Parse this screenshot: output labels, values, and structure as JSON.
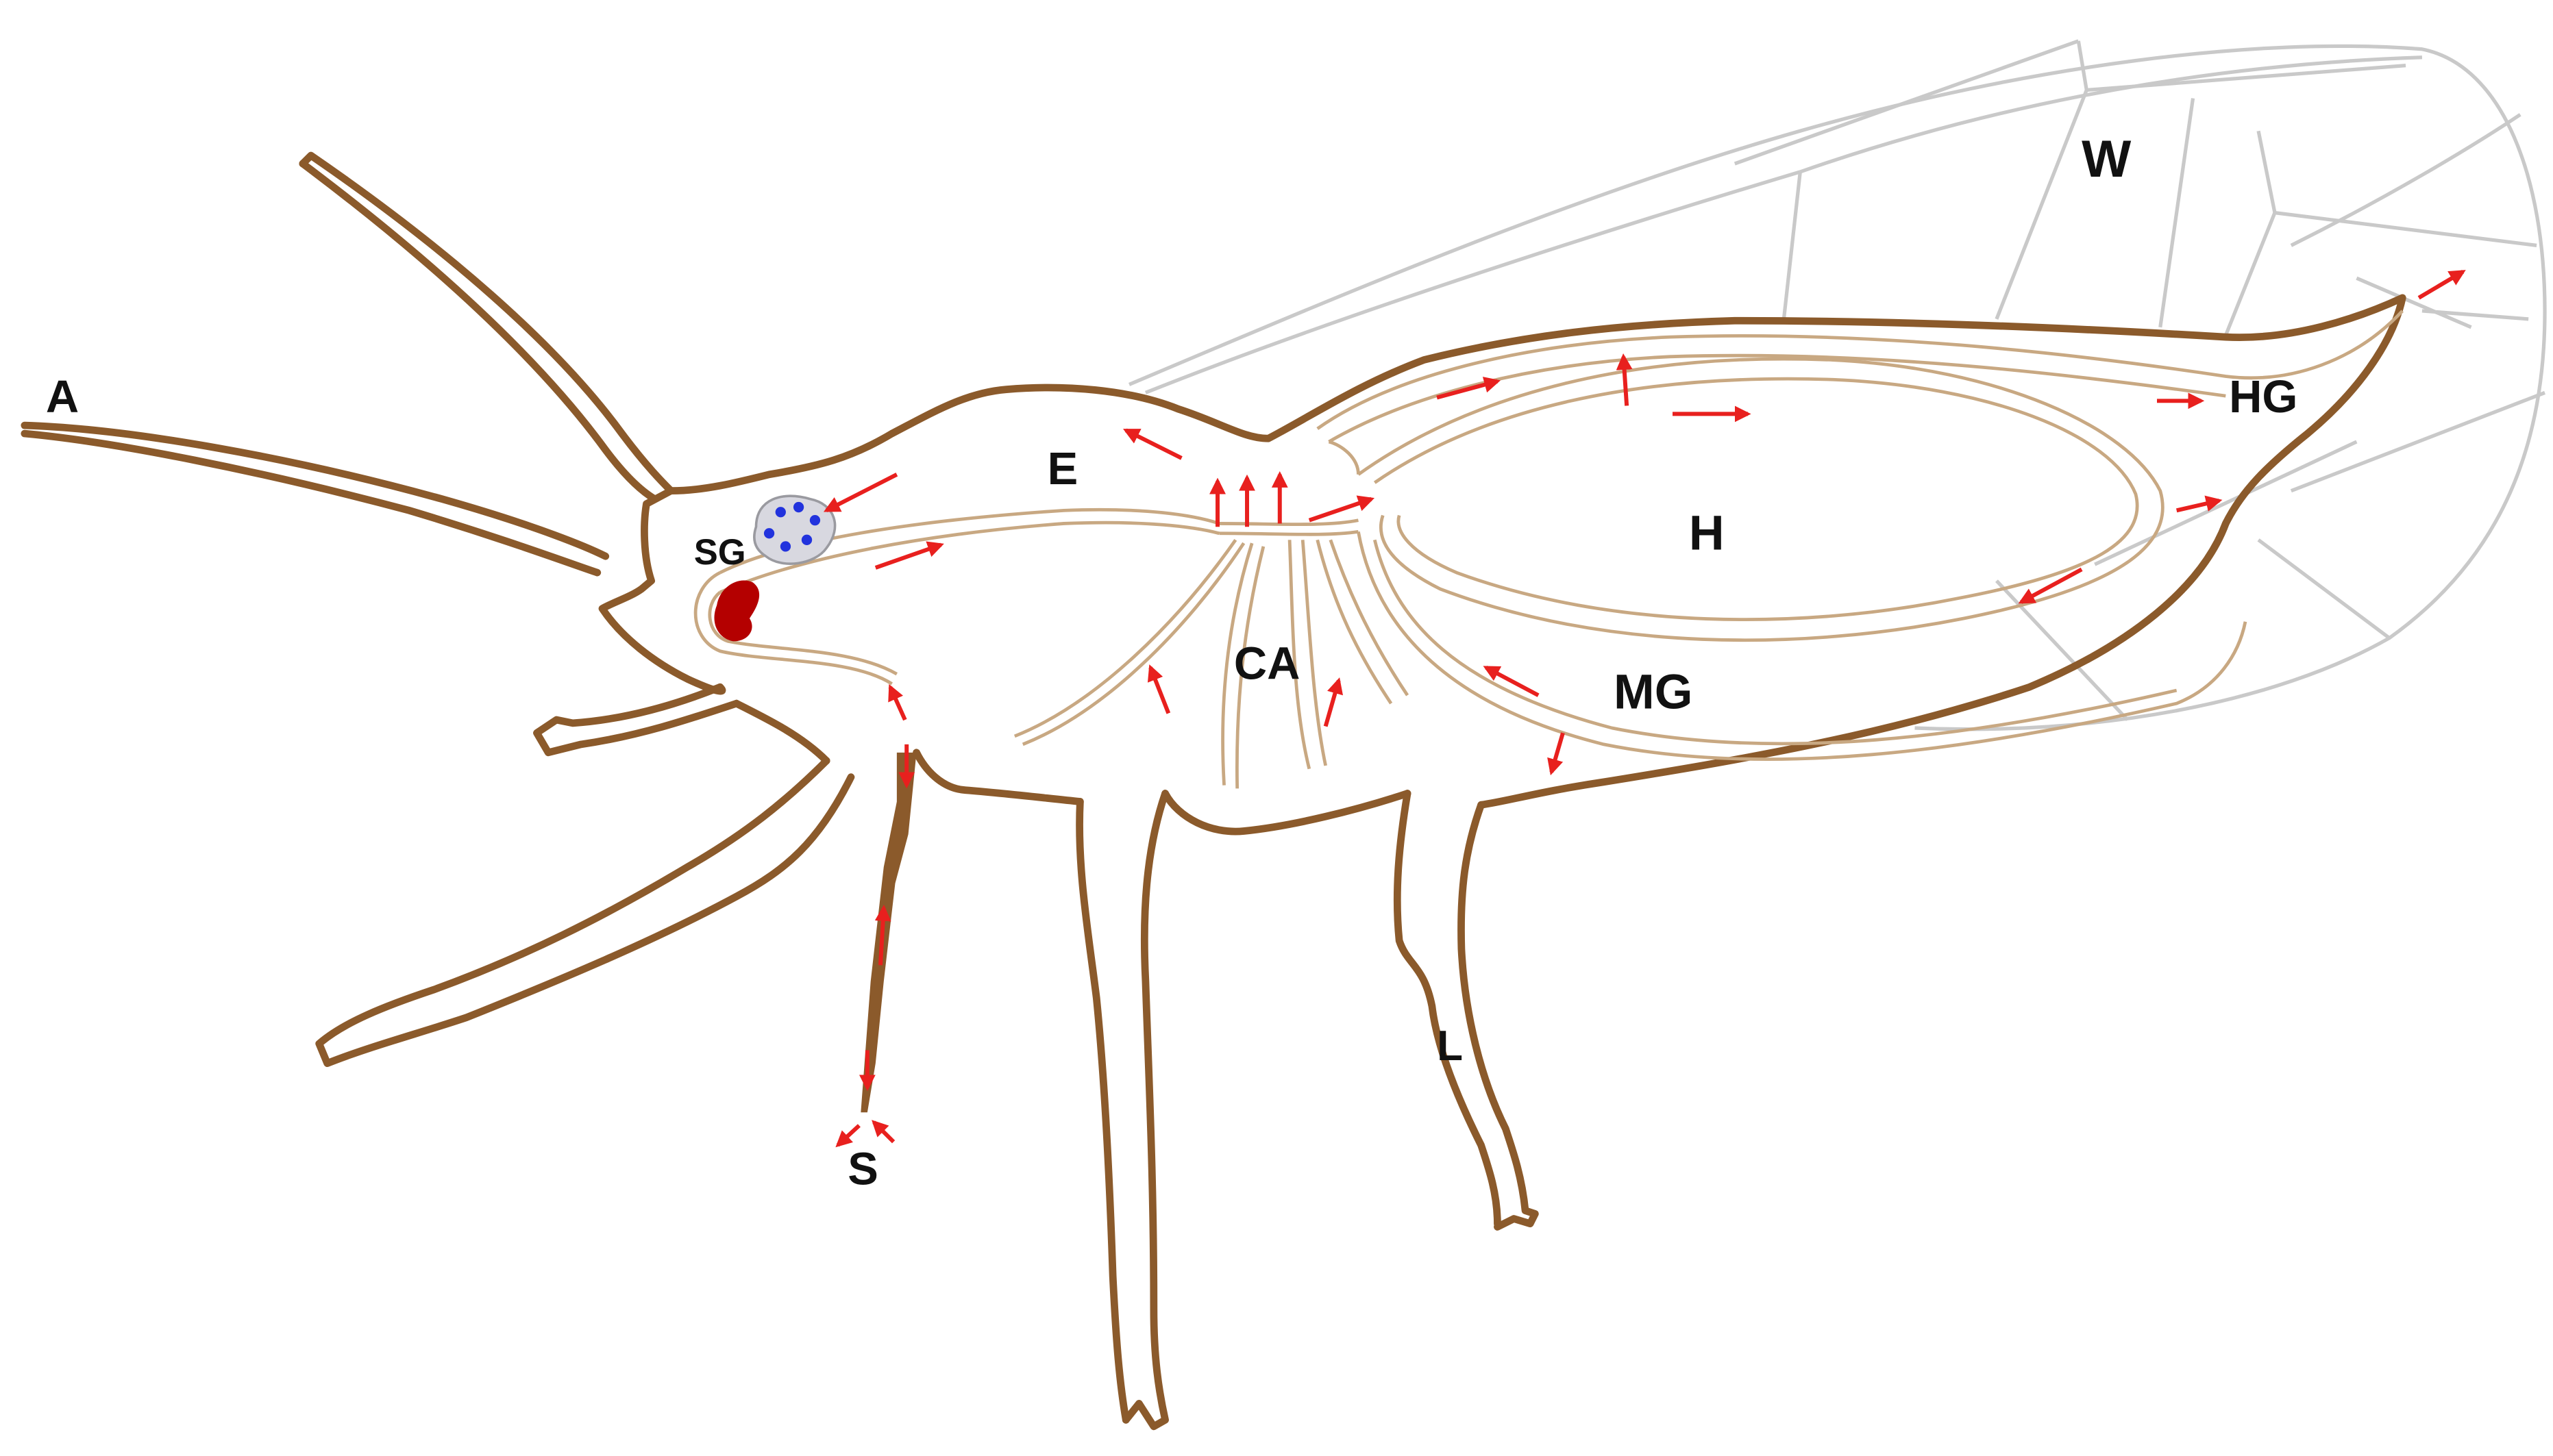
{
  "labels": {
    "antenna": "A",
    "salivary_gland": "SG",
    "esophagus": "E",
    "wing": "W",
    "hindgut": "HG",
    "hemocoel": "H",
    "crop_area": "CA",
    "midgut": "MG",
    "leg": "L",
    "stylet": "S"
  },
  "colors": {
    "body_outline": "#8B5A2B",
    "gut_line": "#C8A882",
    "wing_veins": "#C9C9C9",
    "flow_arrows": "#E8201E",
    "salivary_gland_fill": "#D8D8E0",
    "salivary_gland_dots": "#2233DD",
    "mouth_spot": "#B40000",
    "label_text": "#111111"
  },
  "icons": {
    "flow": "red-arrow-icon"
  }
}
